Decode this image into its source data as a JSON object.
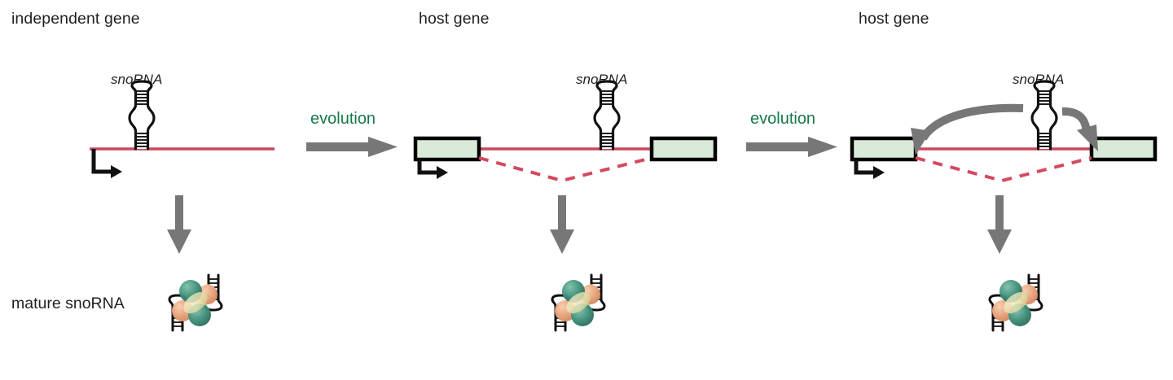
{
  "figure": {
    "background_color": "#ffffff",
    "colors": {
      "pre_mrna_red": "#c9485f",
      "splice_dash_red": "#d4495f",
      "exon_fill": "#d9ead9",
      "exon_stroke": "#000000",
      "arrow_gray": "#777777",
      "evolution_green": "#17794a",
      "text_black": "#231f20",
      "protein_teal": "#3f8f7a",
      "protein_orange": "#e8a37c",
      "protein_cream": "#ede9c0"
    }
  },
  "panels": [
    {
      "id": "panel-independent",
      "title": "independent gene",
      "snorna_label": "snoRNA",
      "mature_label": "mature snoRNA",
      "has_exons": false,
      "has_splice_dashes": false,
      "has_recruit_arrows": false
    },
    {
      "id": "panel-host-intermediate",
      "title": "host gene",
      "snorna_label": "snoRNA",
      "mature_label": "",
      "has_exons": true,
      "has_splice_dashes": true,
      "has_recruit_arrows": false
    },
    {
      "id": "panel-host-final",
      "title": "host gene",
      "snorna_label": "snoRNA",
      "mature_label": "",
      "has_exons": true,
      "has_splice_dashes": true,
      "has_recruit_arrows": true
    }
  ],
  "transitions": [
    {
      "id": "evolution-1",
      "label": "evolution"
    },
    {
      "id": "evolution-2",
      "label": "evolution"
    }
  ],
  "legend": {
    "mature_snorna": "mature snoRNA"
  }
}
